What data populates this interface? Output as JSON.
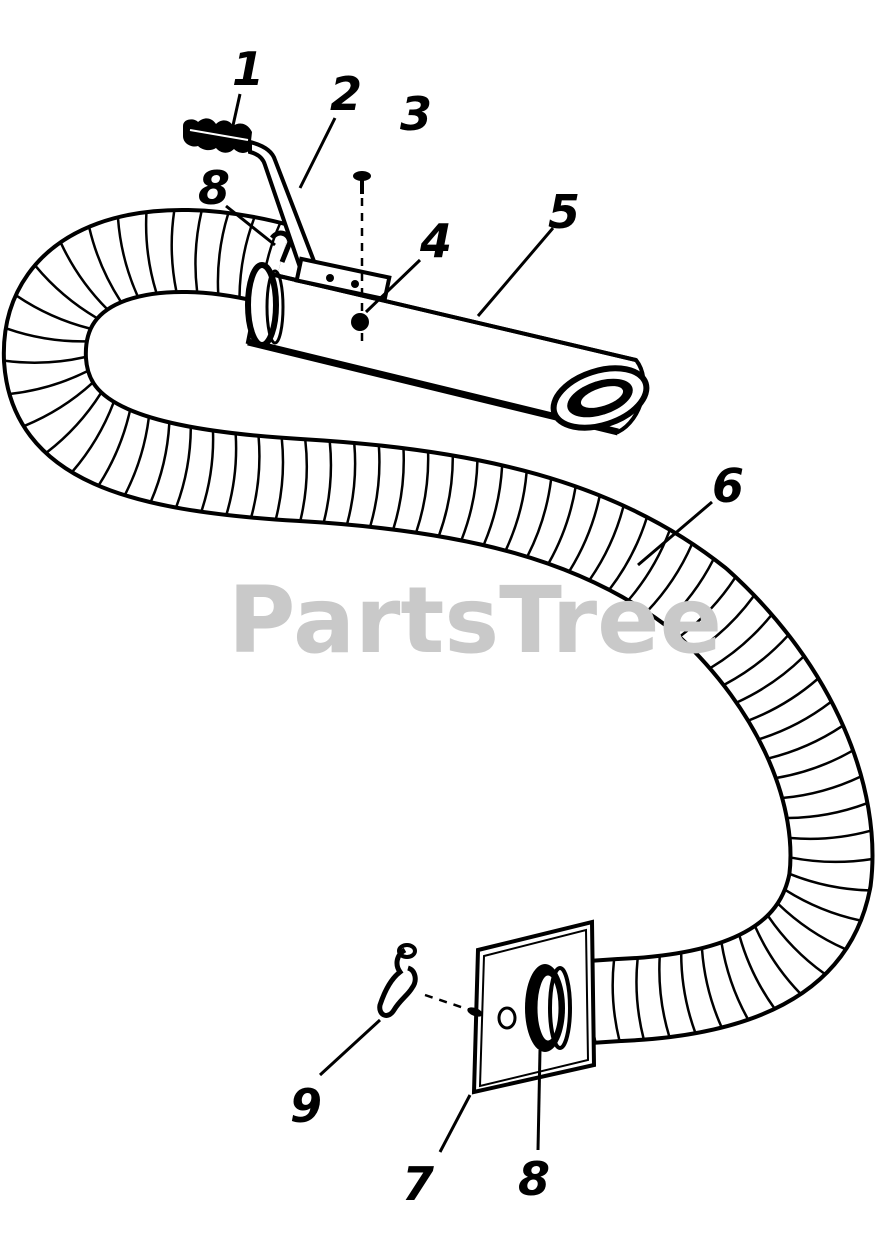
{
  "watermark": "PartsTree",
  "callouts": [
    {
      "id": "1",
      "label": "1"
    },
    {
      "id": "2",
      "label": "2"
    },
    {
      "id": "3",
      "label": "3"
    },
    {
      "id": "4",
      "label": "4"
    },
    {
      "id": "5",
      "label": "5"
    },
    {
      "id": "6",
      "label": "6"
    },
    {
      "id": "7",
      "label": "7"
    },
    {
      "id": "8a",
      "label": "8"
    },
    {
      "id": "8b",
      "label": "8"
    },
    {
      "id": "9",
      "label": "9"
    }
  ]
}
